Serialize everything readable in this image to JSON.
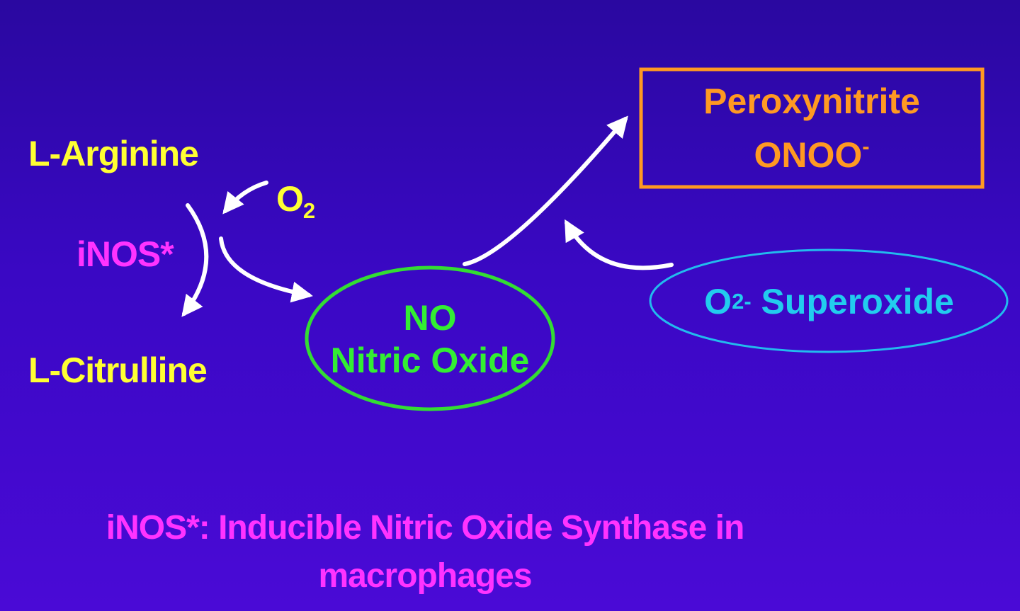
{
  "substrate": "L-Arginine",
  "product": "L-Citrulline",
  "enzyme": "iNOS*",
  "oxygen": {
    "base": "O",
    "subscript": "2"
  },
  "nitric_oxide": {
    "line1": "NO",
    "line2": "Nitric Oxide"
  },
  "peroxynitrite": {
    "line1": "Peroxynitrite",
    "formula": "ONOO",
    "charge": "-"
  },
  "superoxide": {
    "base": "O",
    "subscript": "2",
    "charge": "-",
    "name": "Superoxide"
  },
  "footnote": {
    "line1": "iNOS*: Inducible Nitric Oxide Synthase in",
    "line2": "macrophages"
  },
  "colors": {
    "background": "#3a08c4",
    "substrate_text": "#ffff33",
    "enzyme_text": "#ff33ff",
    "nitric_oxide": "#33ee33",
    "peroxynitrite": "#ff9922",
    "superoxide": "#22ccee",
    "arrows": "#ffffff"
  }
}
